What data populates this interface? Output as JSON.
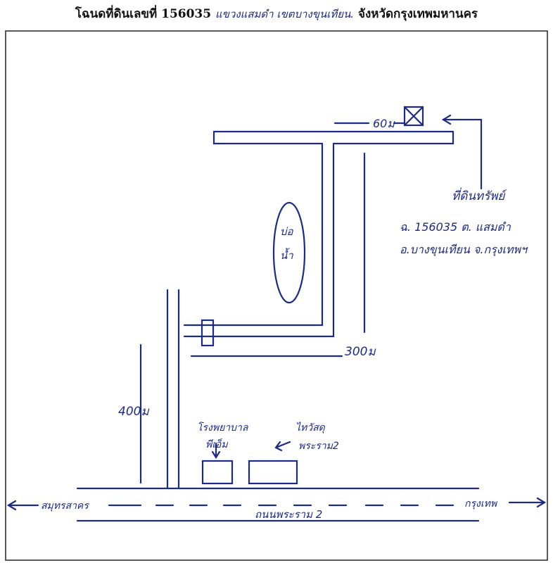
{
  "header": {
    "prefix": "โฉนดที่ดินเลขที่ 156035",
    "handwritten": "แขวงแสมดำ   เขตบางขุนเทียน.",
    "suffix": "จังหวัดกรุงเทพมหานคร"
  },
  "map": {
    "distance_top": "60ม",
    "distance_mid": "300ม",
    "distance_left": "400ม",
    "pond": [
      "บ่อ",
      "น้ำ"
    ],
    "property_label": "ที่ดินทรัพย์",
    "deed_line1": "ฉ. 156035   ต. แสมดำ",
    "deed_line2": "อ.บางขุนเทียน  จ.กรุงเทพฯ",
    "hospital": [
      "โรงพยาบาล",
      "พีเอ็ม"
    ],
    "market": [
      "ไทวัสดุ",
      "พระราม2"
    ],
    "road_main": "ถนนพระราม 2",
    "to_left": "สมุทรสาคร",
    "to_right": "กรุงเทพ"
  },
  "colors": {
    "ink": "#1c2a8a",
    "frame": "#222222"
  }
}
